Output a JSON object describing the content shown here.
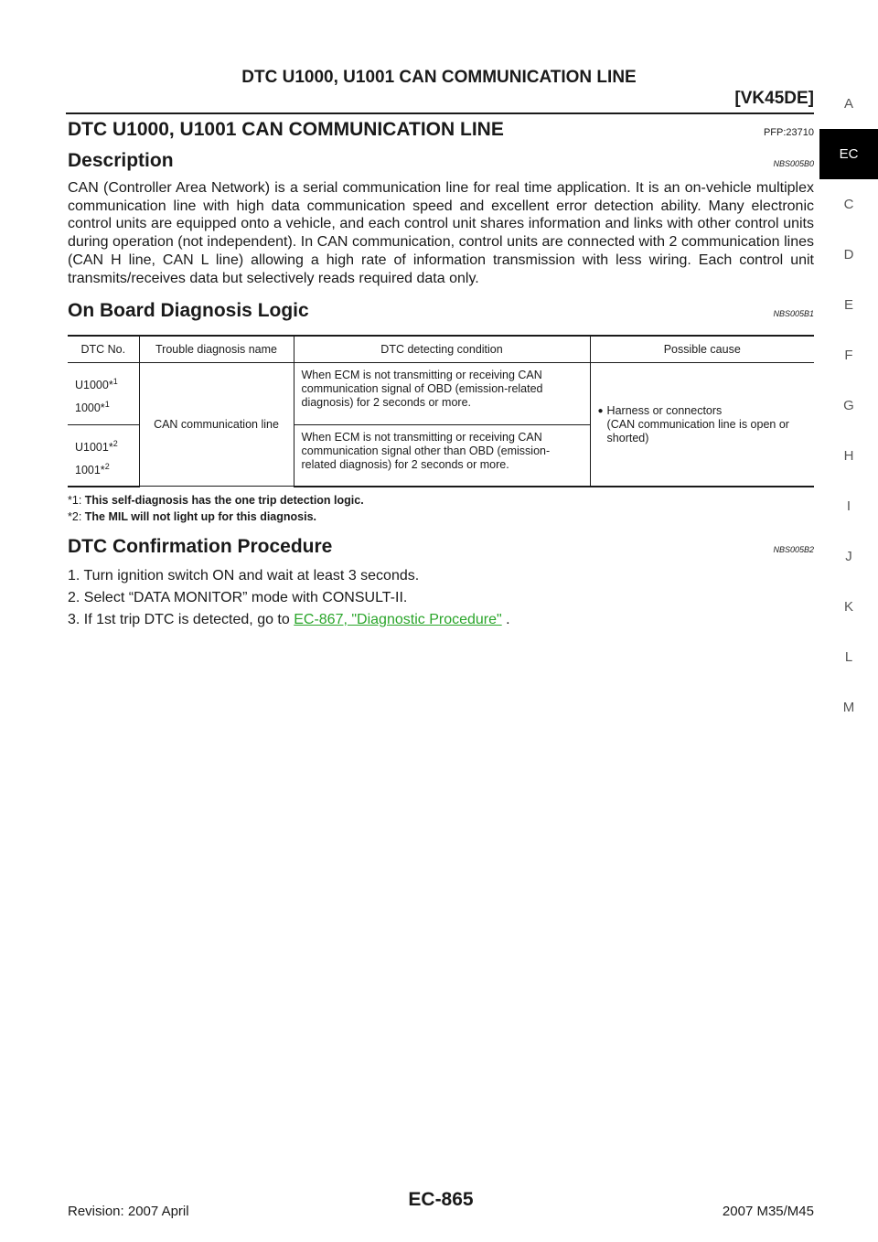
{
  "header": {
    "title": "DTC U1000, U1001 CAN COMMUNICATION LINE",
    "engine_code": "[VK45DE]"
  },
  "side_tabs": [
    {
      "label": "A",
      "active": false
    },
    {
      "label": "EC",
      "active": true
    },
    {
      "label": "C",
      "active": false
    },
    {
      "label": "D",
      "active": false
    },
    {
      "label": "E",
      "active": false
    },
    {
      "label": "F",
      "active": false
    },
    {
      "label": "G",
      "active": false
    },
    {
      "label": "H",
      "active": false
    },
    {
      "label": "I",
      "active": false
    },
    {
      "label": "J",
      "active": false
    },
    {
      "label": "K",
      "active": false
    },
    {
      "label": "L",
      "active": false
    },
    {
      "label": "M",
      "active": false
    }
  ],
  "section_title": "DTC U1000, U1001 CAN COMMUNICATION LINE",
  "section_ref": "PFP:23710",
  "description": {
    "heading": "Description",
    "ref": "NBS005B0",
    "text": "CAN (Controller Area Network) is a serial communication line for real time application. It is an on-vehicle multiplex communication line with high data communication speed and excellent error detection ability. Many electronic control units are equipped onto a vehicle, and each control unit shares information and links with other control units during operation (not independent). In CAN communication, control units are connected with 2 communication lines (CAN H line, CAN L line) allowing a high rate of information transmission with less wiring. Each control unit transmits/receives data but selectively reads required data only."
  },
  "obd": {
    "heading": "On Board Diagnosis Logic",
    "ref": "NBS005B1",
    "columns": [
      "DTC No.",
      "Trouble diagnosis name",
      "DTC detecting condition",
      "Possible cause"
    ],
    "rows": [
      {
        "codes": [
          {
            "code": "U1000*",
            "sup": "1"
          },
          {
            "code": "1000*",
            "sup": "1"
          }
        ],
        "condition": "When ECM is not transmitting or receiving CAN communication signal of OBD (emission-related diagnosis) for 2 seconds or more."
      },
      {
        "codes": [
          {
            "code": "U1001*",
            "sup": "2"
          },
          {
            "code": "1001*",
            "sup": "2"
          }
        ],
        "condition": "When ECM is not transmitting or receiving CAN communication signal other than OBD (emission-related diagnosis) for 2 seconds or more."
      }
    ],
    "diag_name": "CAN communication line",
    "cause_line1": "Harness or connectors",
    "cause_line2": "(CAN communication line is open or shorted)",
    "notes": [
      {
        "mark": "*1:",
        "text": "This self-diagnosis has the one trip detection logic."
      },
      {
        "mark": "*2:",
        "text": "The MIL will not light up for this diagnosis."
      }
    ]
  },
  "confirmation": {
    "heading": "DTC Confirmation Procedure",
    "ref": "NBS005B2",
    "step1": "1. Turn ignition switch ON and wait at least 3 seconds.",
    "step2": "2. Select “DATA MONITOR” mode with CONSULT-II.",
    "step3_prefix": "3. If 1st trip DTC is detected, go to ",
    "step3_link": "EC-867, \"Diagnostic Procedure\"",
    "step3_suffix": " ."
  },
  "footer": {
    "revision": "Revision: 2007 April",
    "page": "EC-865",
    "model": "2007 M35/M45"
  }
}
